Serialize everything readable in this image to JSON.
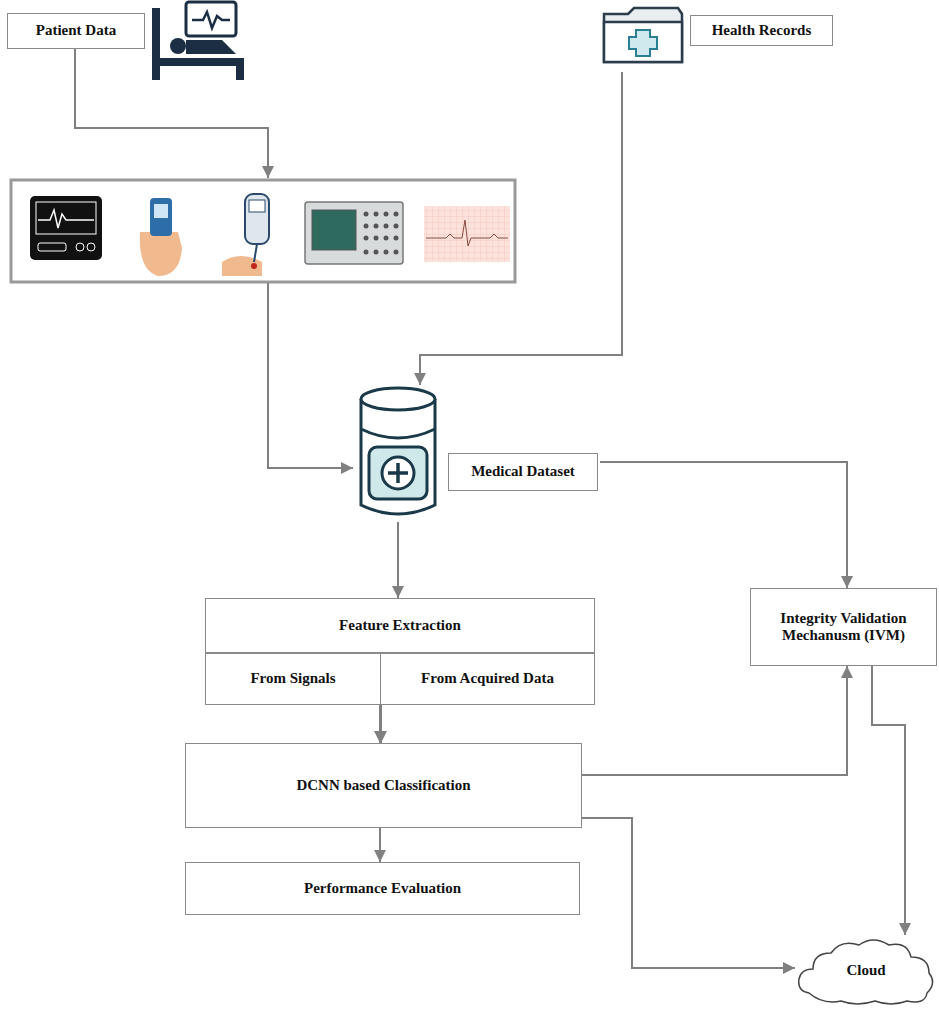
{
  "diagram": {
    "nodes": [
      {
        "text": [
          "Patient Data"
        ]
      },
      {
        "text": [
          "Health Records"
        ]
      },
      {
        "text": [
          "Medical Dataset"
        ]
      },
      {
        "text": [
          "Feature Extraction"
        ]
      },
      {
        "text": [
          "From Signals"
        ]
      },
      {
        "text": [
          "From Acquired Data"
        ]
      },
      {
        "text": [
          "Integrity Validation Mechanusm (IVM)"
        ]
      },
      {
        "text": [
          "DCNN based Classification"
        ]
      },
      {
        "text": [
          "Performance Evaluation"
        ]
      },
      {
        "text": [
          "Cloud"
        ]
      }
    ],
    "edges": [
      {
        "from": 1,
        "to": 2,
        "arrow": "to"
      },
      {
        "from": 2,
        "to": 3,
        "arrow": "to"
      },
      {
        "from": 2,
        "to": 6,
        "arrow": "to"
      },
      {
        "from": 4,
        "to": 7,
        "arrow": "to"
      },
      {
        "from": 5,
        "to": 7,
        "arrow": "to"
      },
      {
        "from": 7,
        "to": 6,
        "arrow": "to"
      },
      {
        "from": 7,
        "to": 8,
        "arrow": "to"
      },
      {
        "from": 7,
        "to": 9,
        "arrow": "to"
      },
      {
        "from": 6,
        "to": 9,
        "arrow": "to"
      }
    ]
  }
}
